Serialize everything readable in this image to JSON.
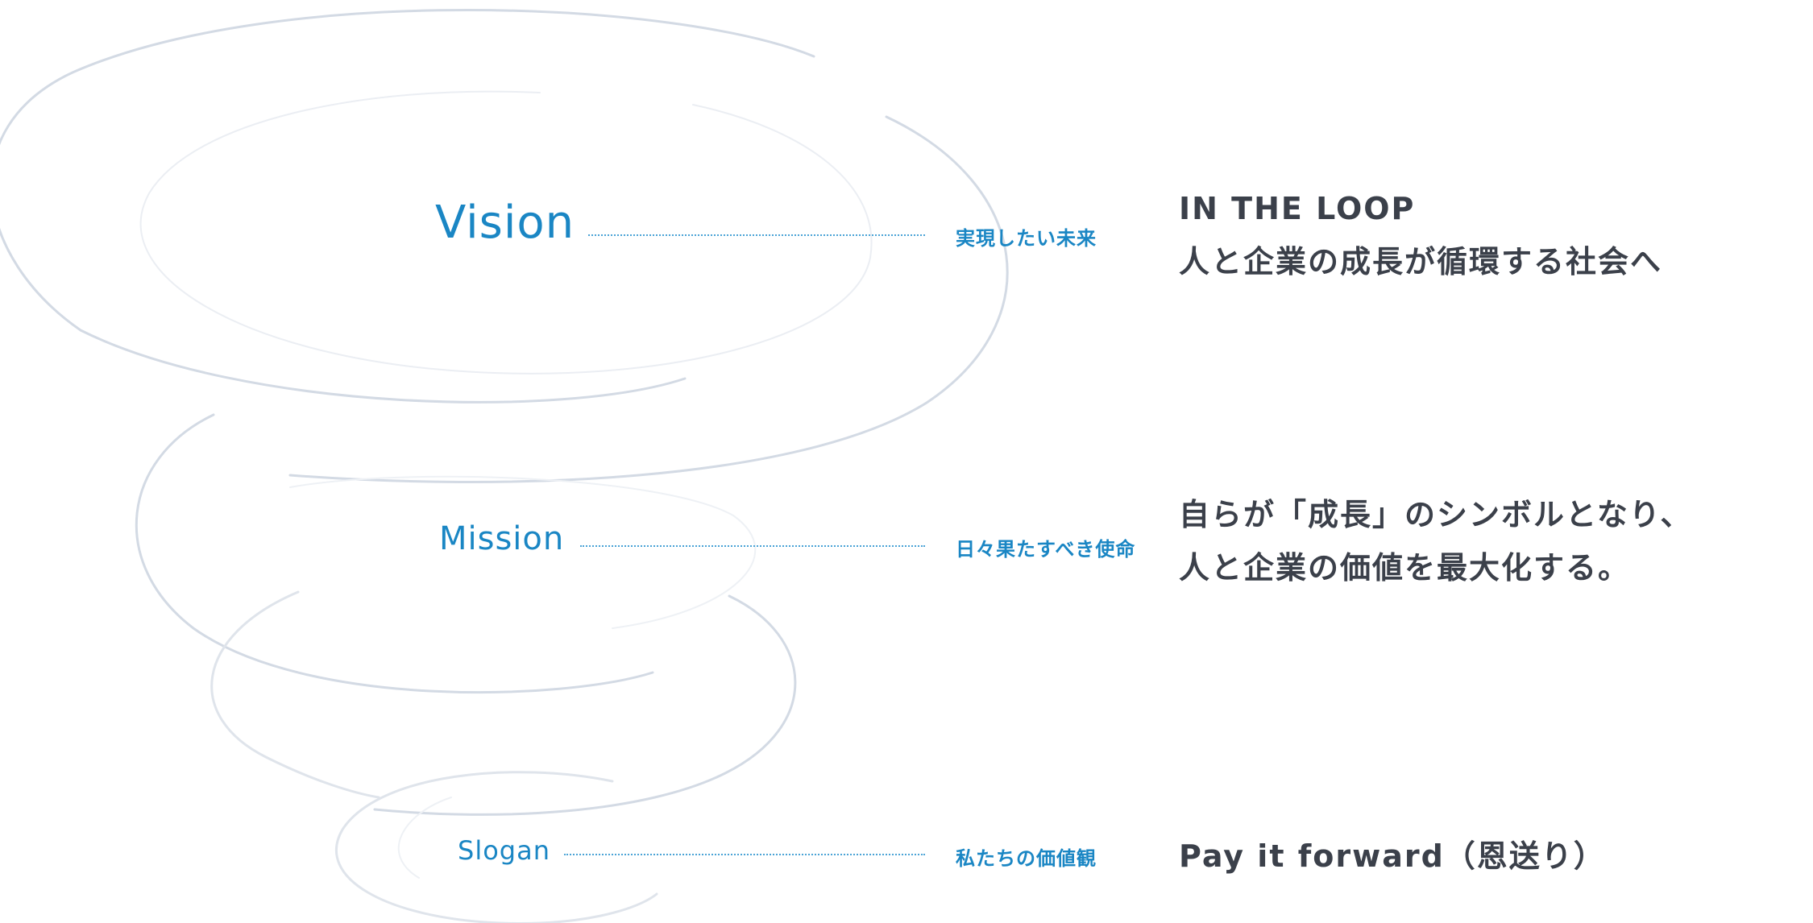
{
  "vision": {
    "term": "Vision",
    "subtitle": "実現したい未来",
    "statement": [
      "IN THE LOOP",
      "人と企業の成長が循環する社会へ"
    ]
  },
  "mission": {
    "term": "Mission",
    "subtitle": "日々果たすべき使命",
    "statement": [
      "自らが「成長」のシンボルとなり、",
      "人と企業の価値を最大化する。"
    ]
  },
  "slogan": {
    "term": "Slogan",
    "subtitle": "私たちの価値観",
    "statement": [
      "Pay it forward（恩送り）"
    ]
  },
  "colors": {
    "accent": "#1a86c4",
    "text": "#3b404a",
    "swirl": "#d3dae4"
  }
}
